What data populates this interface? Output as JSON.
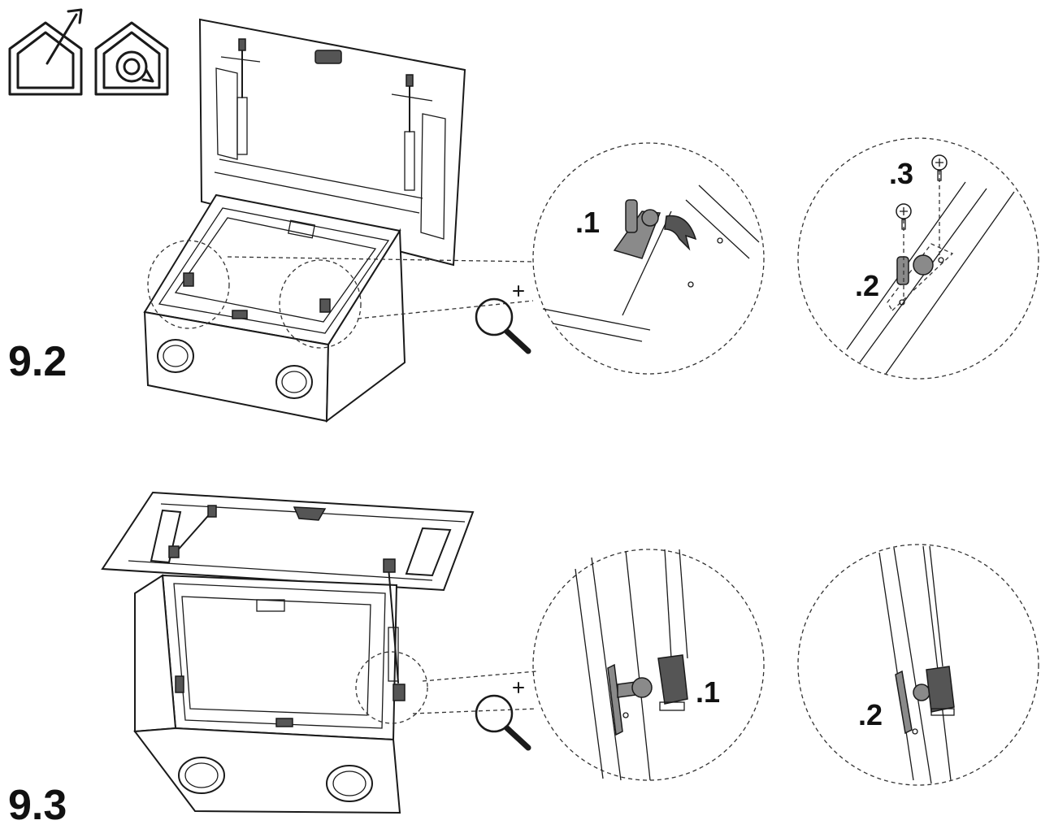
{
  "steps": [
    {
      "label": "9.2",
      "details": [
        {
          "callouts": [
            ".1"
          ]
        },
        {
          "callouts": [
            ".2",
            ".3"
          ]
        }
      ]
    },
    {
      "label": "9.3",
      "details": [
        {
          "callouts": [
            ".1"
          ]
        },
        {
          "callouts": [
            ".2"
          ]
        }
      ]
    }
  ],
  "icons": [
    "house-ducted-exhaust-icon",
    "house-recirculation-icon",
    "magnifier-zoom-icon"
  ]
}
